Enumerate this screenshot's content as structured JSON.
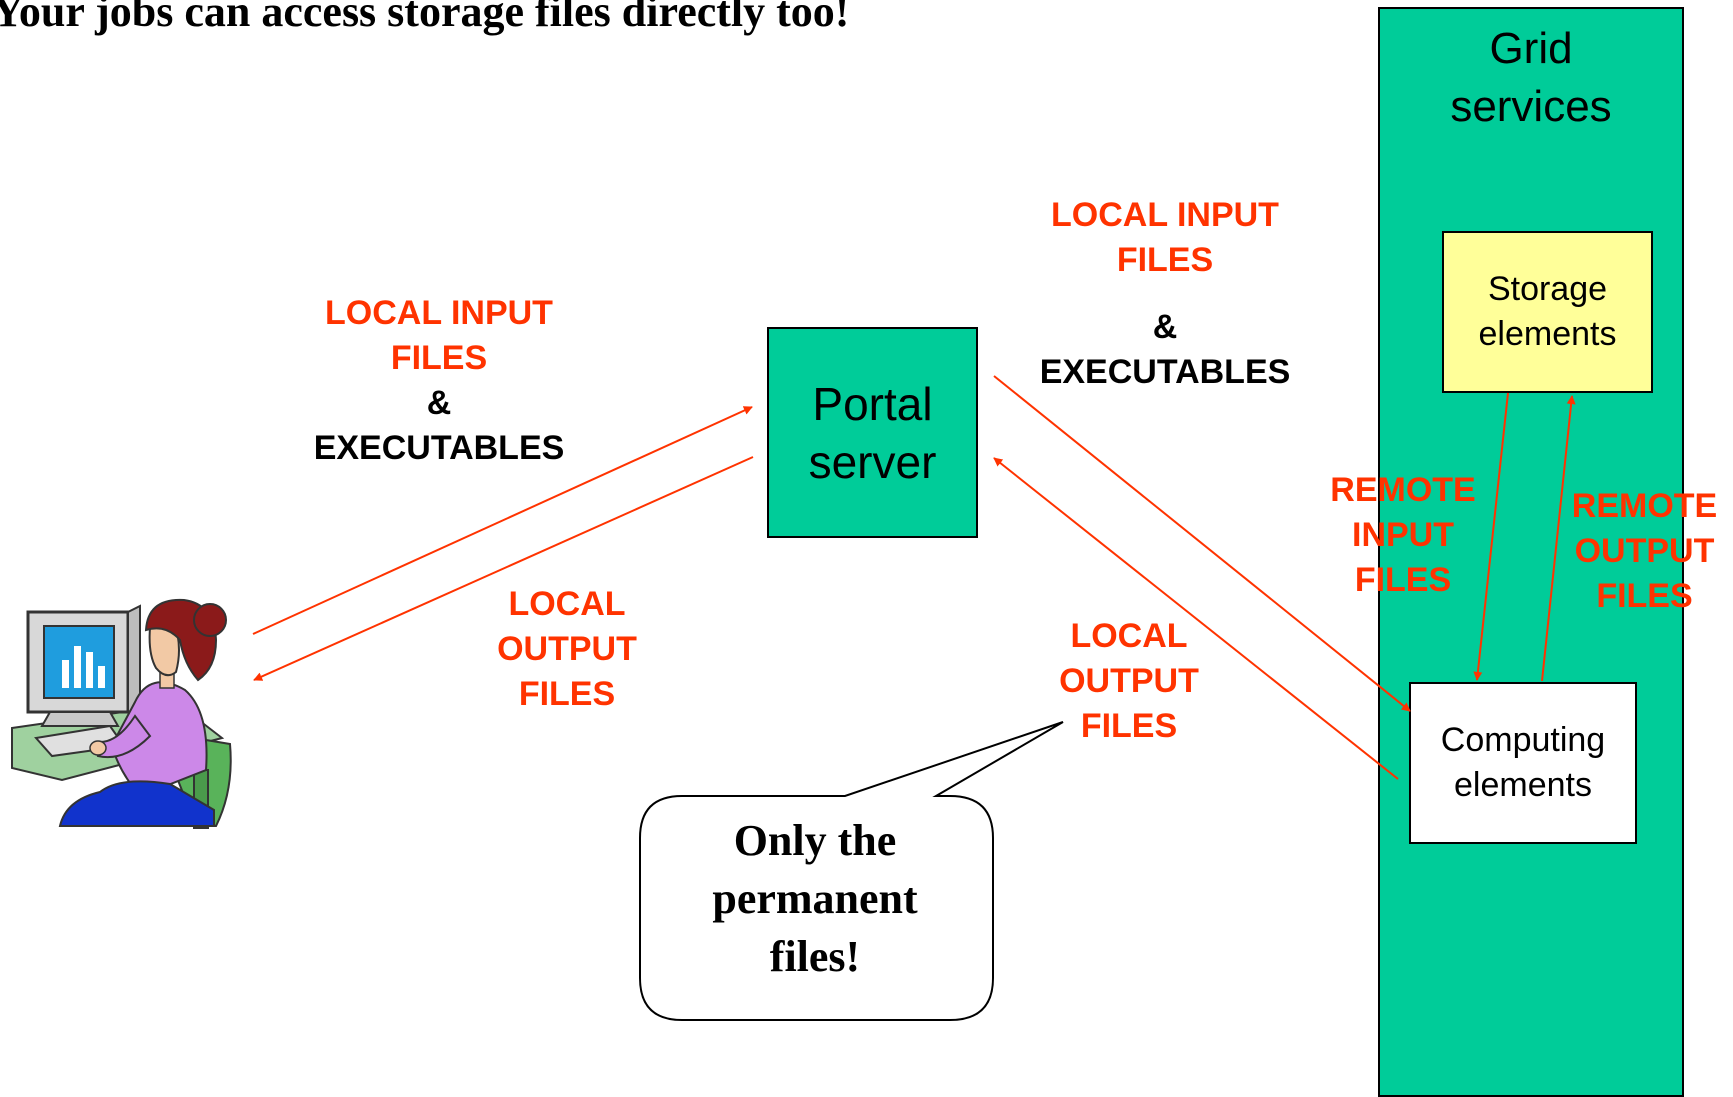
{
  "title": "Your jobs can access storage files directly too!",
  "grid": {
    "label_line1": "Grid",
    "label_line2": "services"
  },
  "portal": {
    "line1": "Portal",
    "line2": "server"
  },
  "storage": {
    "line1": "Storage",
    "line2": "elements"
  },
  "computing": {
    "line1": "Computing",
    "line2": "elements"
  },
  "labels": {
    "left_input": {
      "l1": "LOCAL INPUT",
      "l2": "FILES",
      "amp": "&",
      "exec": "EXECUTABLES"
    },
    "left_output": {
      "l1": "LOCAL",
      "l2": "OUTPUT",
      "l3": "FILES"
    },
    "right_input": {
      "l1": "LOCAL INPUT",
      "l2": "FILES",
      "amp": "&",
      "exec": "EXECUTABLES"
    },
    "right_output": {
      "l1": "LOCAL",
      "l2": "OUTPUT",
      "l3": "FILES"
    },
    "remote_input": {
      "l1": "REMOTE",
      "l2": "INPUT",
      "l3": "FILES"
    },
    "remote_output": {
      "l1": "REMOTE",
      "l2": "OUTPUT",
      "l3": "FILES"
    }
  },
  "callout": {
    "l1": "Only the",
    "l2": "permanent",
    "l3": "files!"
  },
  "colors": {
    "green": "#00cc99",
    "yellow": "#ffff99",
    "red": "#ff3300"
  },
  "icons": {
    "user": "user-at-computer-icon"
  }
}
